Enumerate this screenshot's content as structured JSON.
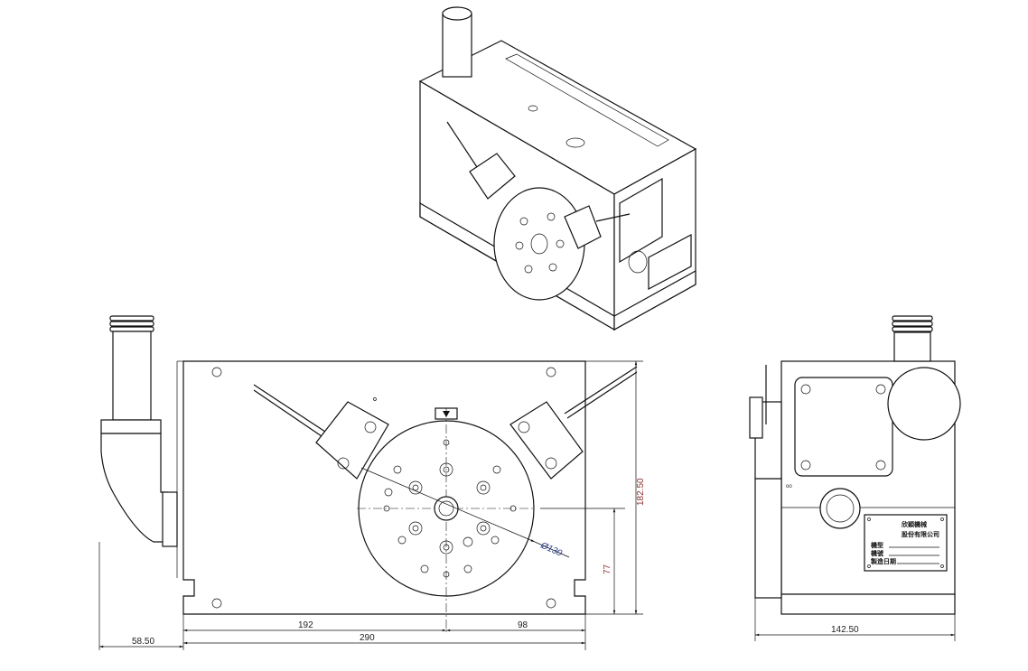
{
  "drawing": {
    "dimensions": {
      "height_total": "182.50",
      "center_height": "77",
      "disk_diameter": "130",
      "left_to_center": "192",
      "center_to_right": "98",
      "body_width": "290",
      "pipe_offset": "58.50",
      "side_depth": "142.50"
    },
    "nameplate": {
      "company_line1": "欣穎機械",
      "company_line2": "股份有限公司",
      "field_model": "機型",
      "field_serial": "機號",
      "field_date": "製造日期"
    },
    "symbols": {
      "diameter": "Ø"
    }
  }
}
